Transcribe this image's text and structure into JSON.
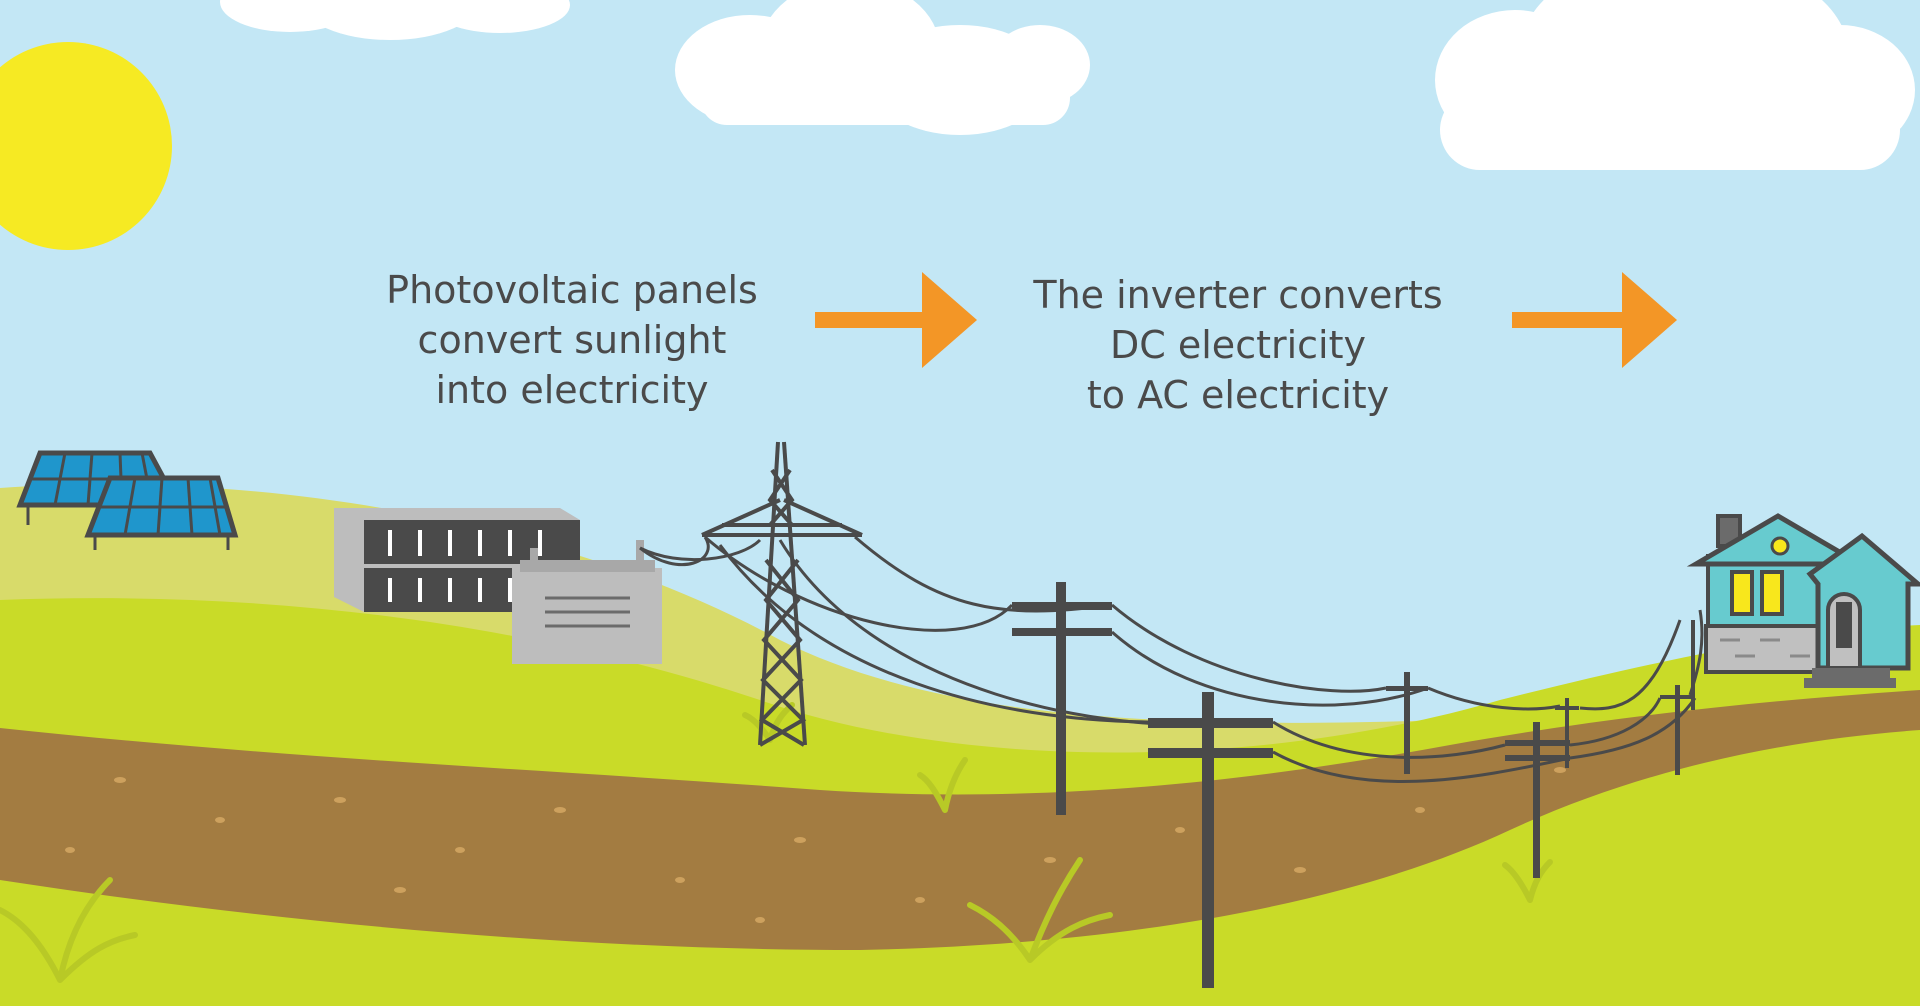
{
  "captions": {
    "step1": [
      "Photovoltaic panels",
      "convert sunlight",
      "into electricity"
    ],
    "step2": [
      "The inverter converts",
      "DC electricity",
      "to AC electricity"
    ]
  },
  "colors": {
    "sky": "#c3e7f5",
    "sun": "#f6ea23",
    "cloud": "#ffffff",
    "hill_back": "#d8db6a",
    "grass": "#c9db28",
    "path": "#a37c41",
    "path_speck": "#cda15e",
    "arrow": "#f39626",
    "panel": "#1f96cc",
    "structure_dark": "#4a4a4a",
    "inverter_grey": "#bdbdbd",
    "house": "#67cbcf",
    "window": "#f8e71c"
  },
  "icons": [
    "sun-icon",
    "cloud-icon",
    "solar-panel-icon",
    "inverter-icon",
    "transformer-icon",
    "transmission-tower-icon",
    "utility-pole-icon",
    "house-icon",
    "arrow-right-icon"
  ]
}
